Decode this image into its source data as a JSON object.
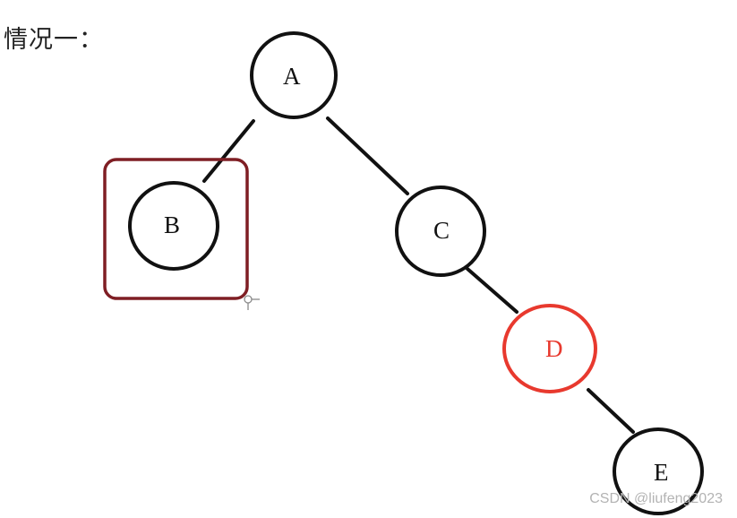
{
  "heading": "情况一：",
  "nodes": [
    {
      "id": "A",
      "label": "A",
      "color": "#111111"
    },
    {
      "id": "B",
      "label": "B",
      "color": "#111111"
    },
    {
      "id": "C",
      "label": "C",
      "color": "#111111"
    },
    {
      "id": "D",
      "label": "D",
      "color": "#e8392e"
    },
    {
      "id": "E",
      "label": "E",
      "color": "#111111"
    }
  ],
  "edges": [
    [
      "A",
      "B"
    ],
    [
      "A",
      "C"
    ],
    [
      "C",
      "D"
    ],
    [
      "D",
      "E"
    ]
  ],
  "highlight": {
    "target": "B",
    "color": "#7f1e24"
  },
  "watermark": "CSDN @liufeng2023"
}
